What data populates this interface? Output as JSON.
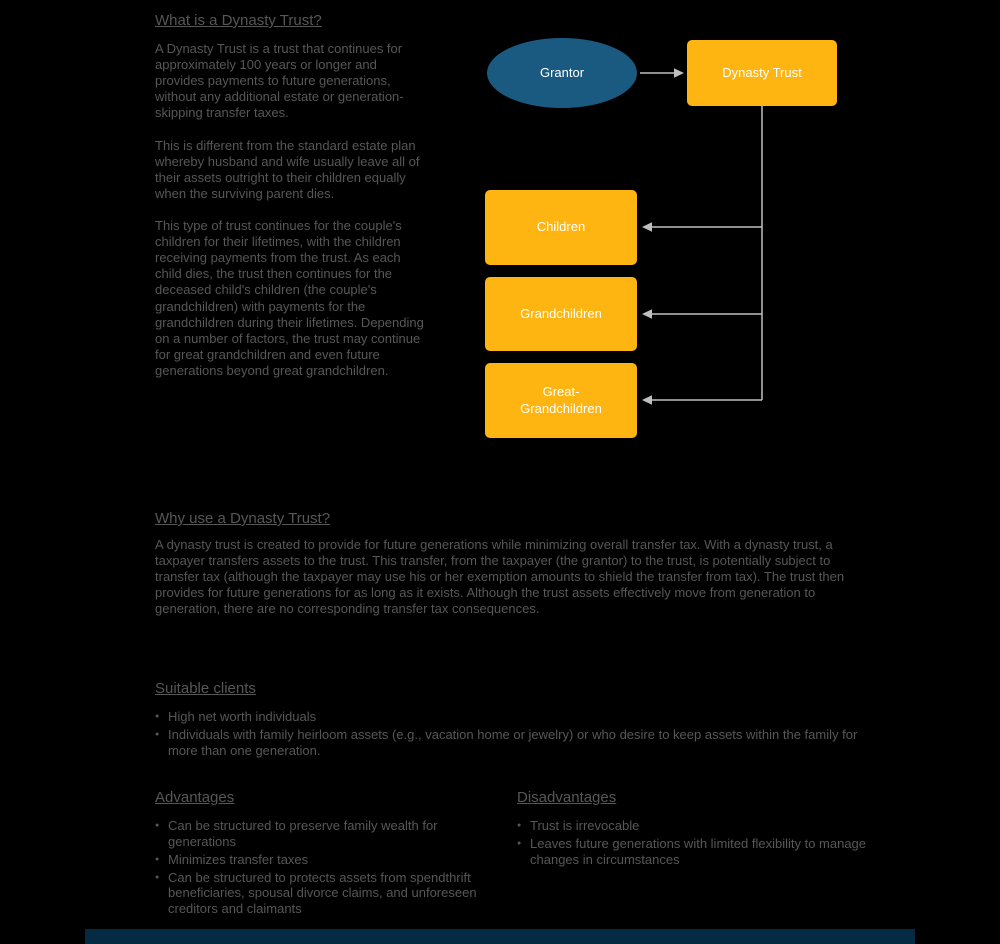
{
  "page": {
    "background": "#000000",
    "text_color": "#575757",
    "accent_orange": "#FFB511",
    "accent_blue": "#1A5A80",
    "connector_color": "#BFBFBF",
    "footer_bar_color": "#052A44"
  },
  "what_section": {
    "title": "What is a Dynasty Trust?",
    "paragraphs": [
      "A Dynasty Trust is a trust that continues for approximately 100 years or longer and provides payments to future generations, without any additional estate or generation-skipping transfer taxes.",
      "This is different from the standard estate plan whereby husband and wife usually leave all of their assets outright to their children equally when the surviving parent dies.",
      "This type of trust continues for the couple's children for their lifetimes, with the children receiving payments from the trust. As each child dies, the trust then continues for the deceased child's children (the couple's grandchildren) with payments for the grandchildren during their lifetimes. Depending on a number of factors, the trust may continue for great grandchildren and even future generations beyond great grandchildren."
    ]
  },
  "diagram": {
    "nodes": {
      "grantor": "Grantor",
      "dynasty_trust": "Dynasty Trust",
      "children": "Children",
      "grandchildren": "Grandchildren",
      "great_grandchildren": "Great-\nGrandchildren"
    }
  },
  "why_section": {
    "title": "Why use a Dynasty Trust?",
    "paragraph": "A dynasty trust is created to provide for future generations while minimizing overall transfer tax. With a dynasty trust, a taxpayer transfers assets to the trust. This transfer, from the taxpayer (the grantor) to the trust, is potentially subject to transfer tax (although the taxpayer may use his or her exemption amounts to shield the transfer from tax). The trust then provides for future generations for as long as it exists. Although the trust assets effectively move from generation to\ngeneration, there are no corresponding transfer tax consequences."
  },
  "suitable_clients": {
    "title": "Suitable clients",
    "bullets": [
      "High net worth individuals",
      "Individuals with family heirloom assets (e.g., vacation home or jewelry) or who desire to keep assets within the family for more than one generation."
    ]
  },
  "advantages": {
    "title": "Advantages",
    "bullets": [
      "Can be structured to preserve family wealth for generations",
      "Minimizes transfer taxes",
      "Can be structured to protects assets from spendthrift beneficiaries, spousal divorce claims, and unforeseen creditors and claimants"
    ]
  },
  "disadvantages": {
    "title": "Disadvantages",
    "bullets": [
      "Trust is irrevocable",
      "Leaves future generations with limited flexibility to manage changes in circumstances"
    ]
  }
}
